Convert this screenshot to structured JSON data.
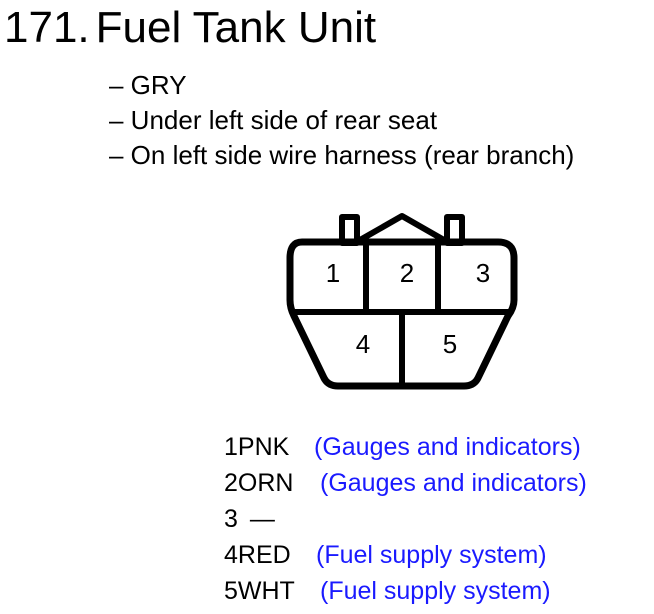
{
  "heading": {
    "number": "171.",
    "title": "Fuel Tank Unit"
  },
  "details": [
    "– GRY",
    "– Under left side of rear seat",
    "– On left side wire harness (rear branch)"
  ],
  "connector": {
    "pins_top": [
      "1",
      "2",
      "3"
    ],
    "pins_bottom": [
      "4",
      "5"
    ]
  },
  "wires": [
    {
      "pin": "1",
      "color": "PNK",
      "system": "(Gauges and indicators)"
    },
    {
      "pin": "2",
      "color": "ORN",
      "system": "(Gauges and indicators)"
    },
    {
      "pin": "3",
      "color": "—",
      "system": ""
    },
    {
      "pin": "4",
      "color": "RED",
      "system": "(Fuel supply system)"
    },
    {
      "pin": "5",
      "color": "WHT",
      "system": "(Fuel supply system)"
    }
  ],
  "colors": {
    "text": "#000000",
    "link": "#1a1aff"
  }
}
